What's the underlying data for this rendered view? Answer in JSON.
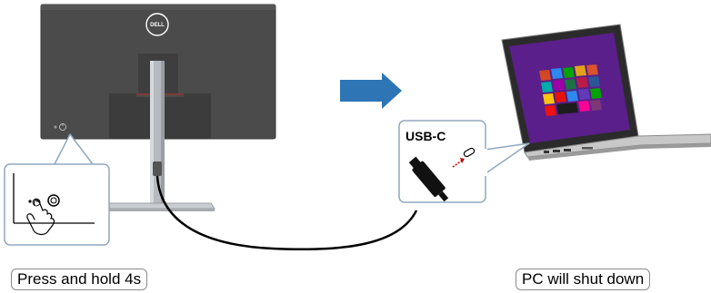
{
  "brand": {
    "logo_text": "DELL"
  },
  "connector": {
    "label": "USB-C"
  },
  "captions": {
    "left": "Press and hold 4s",
    "right": "PC will shut down"
  },
  "colors": {
    "monitor_back": "#4a4a4a",
    "stand": "#b8bcc0",
    "arrow": "#2e75b6",
    "cable": "#000000",
    "callout_border": "#8fa8bf",
    "caption_border": "#8a8a8a"
  },
  "icons": [
    "power-button-icon",
    "hand-press-icon",
    "usb-c-port-icon",
    "usb-c-plug-icon",
    "right-arrow-icon"
  ]
}
